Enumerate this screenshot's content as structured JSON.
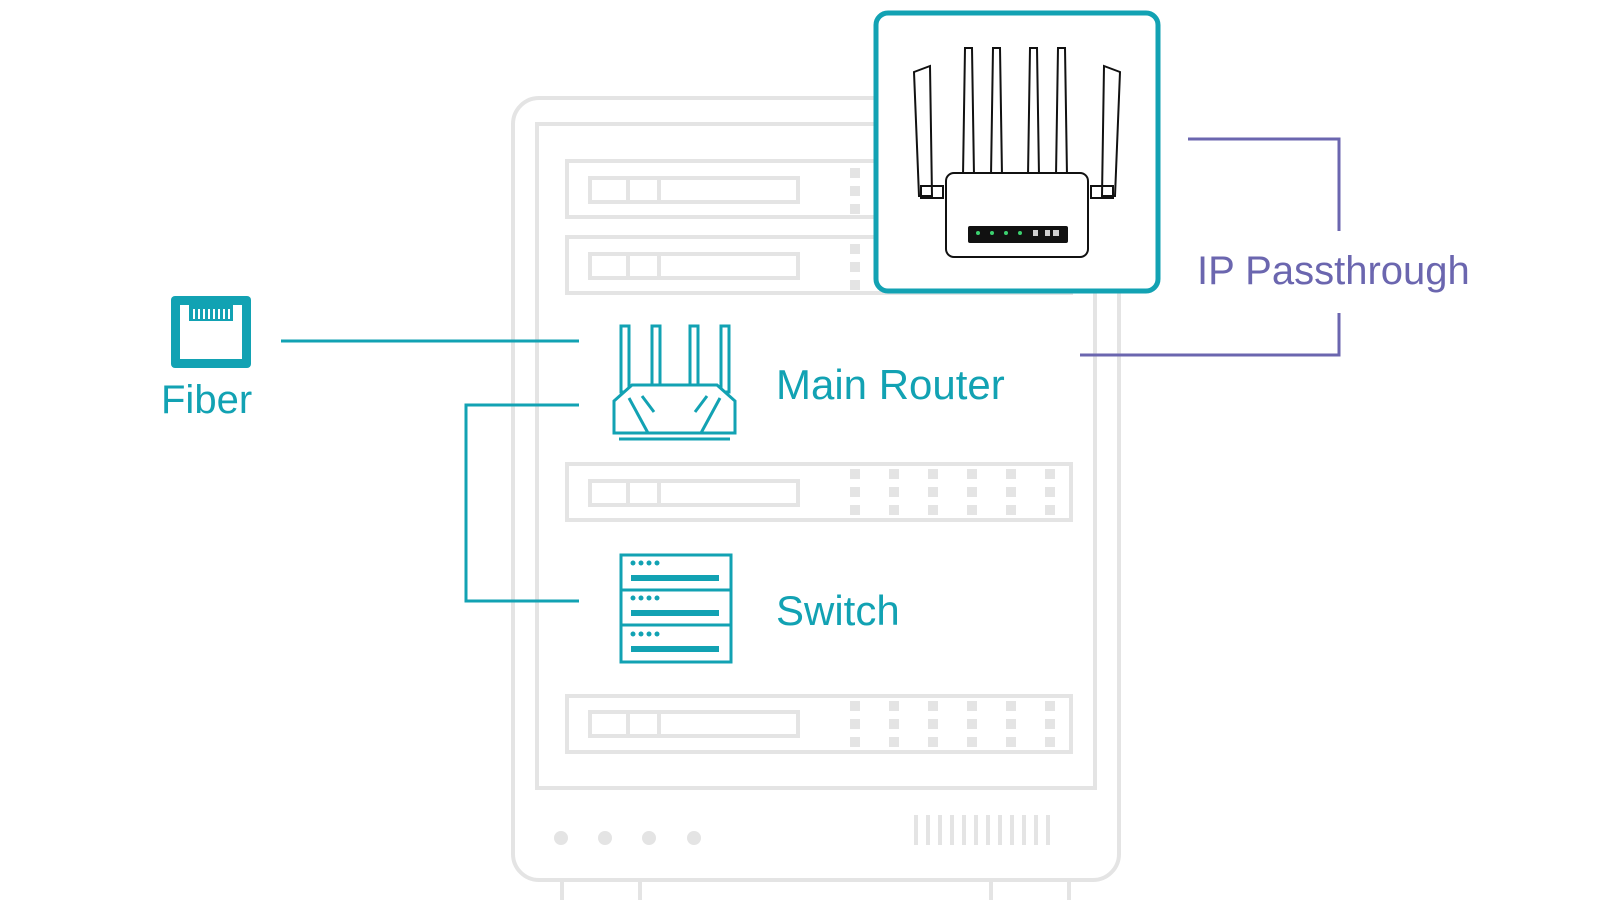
{
  "labels": {
    "fiber": "Fiber",
    "main_router": "Main Router",
    "switch": "Switch",
    "ip_passthrough": "IP Passthrough"
  },
  "router_leds": [
    "",
    "",
    "",
    "",
    "",
    "",
    ""
  ],
  "colors": {
    "teal": "#12A2B3",
    "purple": "#6B66AF",
    "rack_gray": "#E4E4E4",
    "device_black": "#111111",
    "led_green": "#3BD16F"
  },
  "icons": {
    "fiber": "ethernet-port-icon",
    "main_router": "router-icon",
    "switch": "server-stack-icon",
    "featured_device": "wifi-router-device-icon",
    "rack": "server-rack-illustration"
  }
}
